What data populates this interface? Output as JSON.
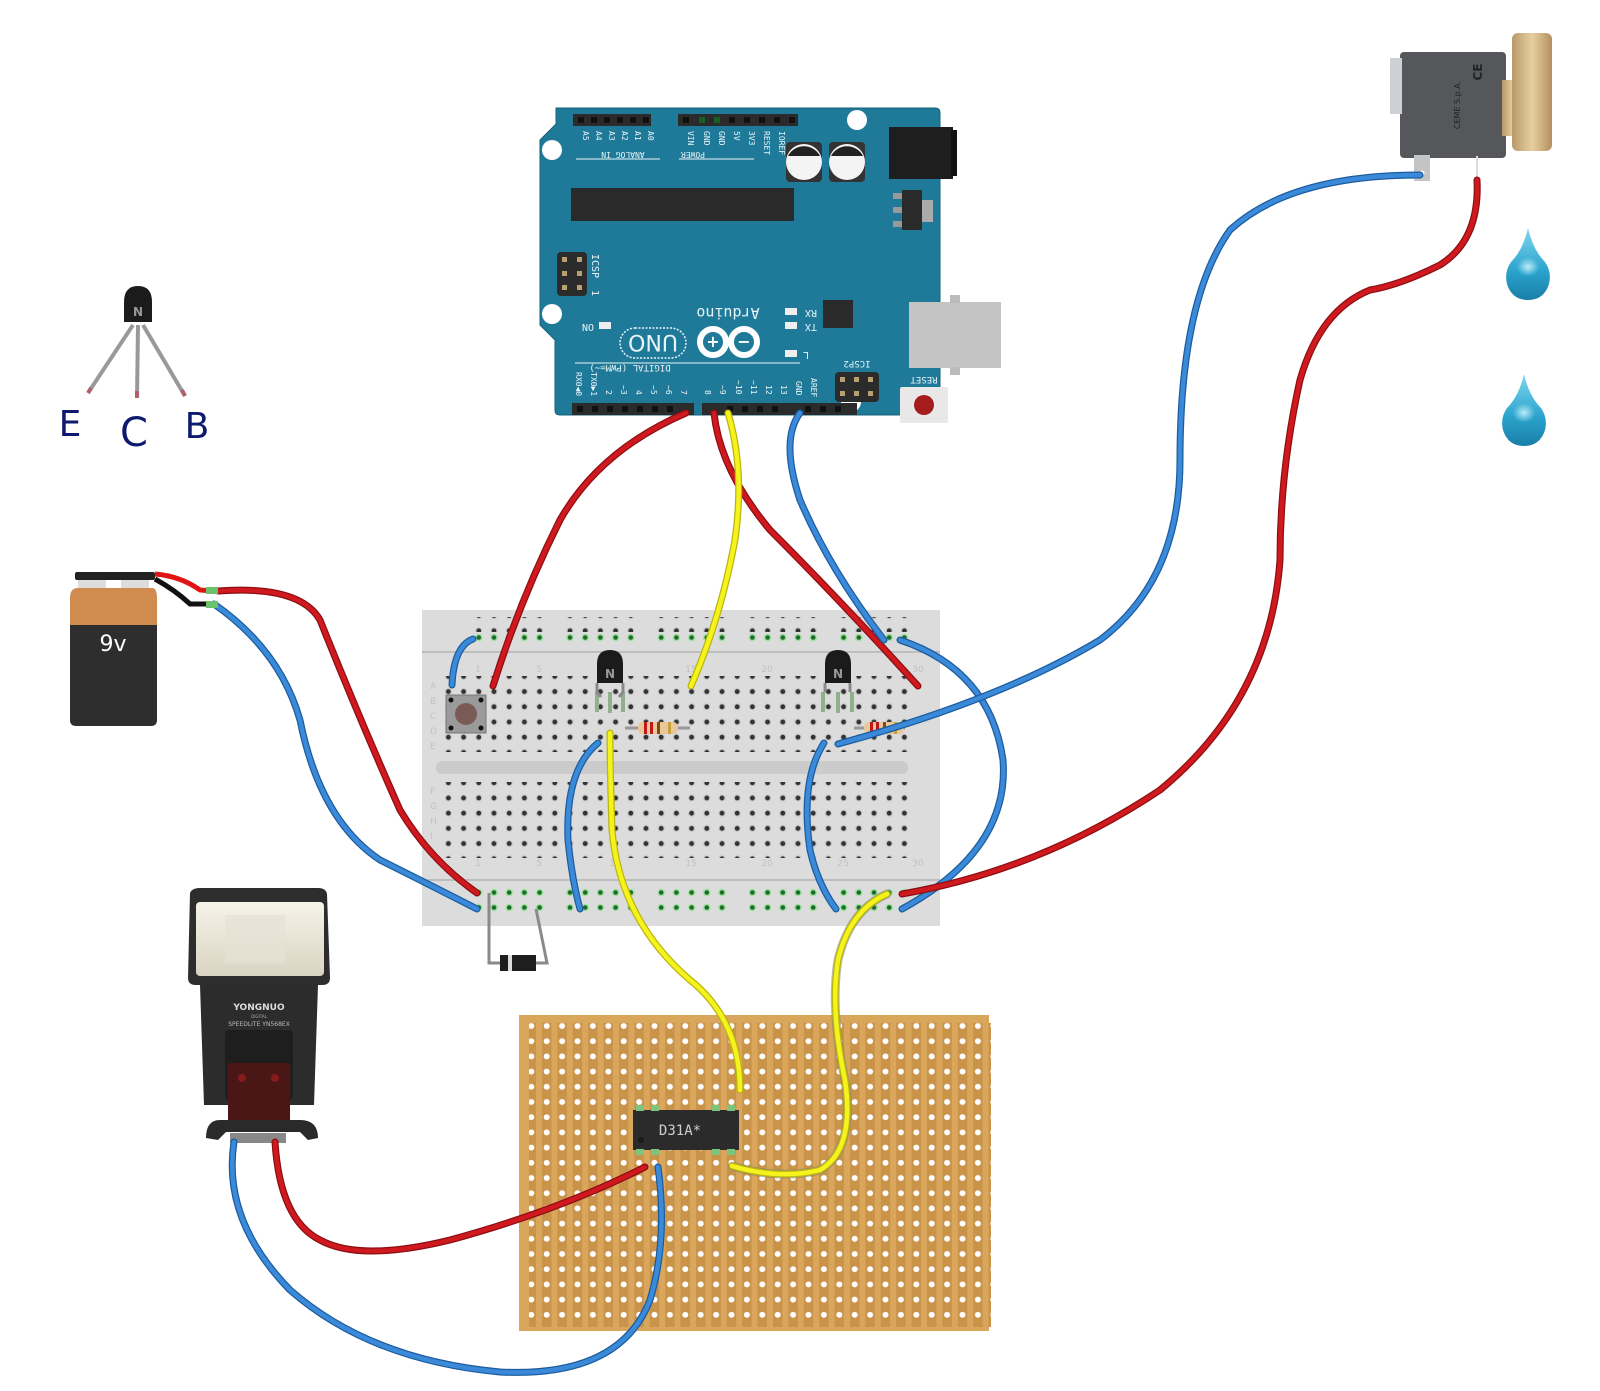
{
  "diagram": {
    "title": "Arduino water drop photography circuit",
    "colors": {
      "arduino_board": "#1f7a99",
      "breadboard": "#dcdcdc",
      "stripboard": "#d9a65c",
      "wire_red": "#c0161b",
      "wire_blue": "#2f7fd1",
      "wire_yellow": "#f2ee1a",
      "pin_green": "#7dd07d",
      "label_navy": "#0e1a6e"
    }
  },
  "arduino": {
    "model": "UNO",
    "brand": "Arduino",
    "trademark": "TM",
    "header_analog_label": "ANALOG IN",
    "header_power_label": "POWER",
    "analog_pins": [
      "A5",
      "A4",
      "A3",
      "A2",
      "A1",
      "A0"
    ],
    "power_pins": [
      "VIN",
      "GND",
      "GND",
      "5V",
      "3V3",
      "RESET",
      "IOREF"
    ],
    "digital_label": "DIGITAL (PWM=~)",
    "digital_pins_left": [
      "RX0◀0",
      "TX0▶1",
      "2",
      "~3",
      "4",
      "~5",
      "~6",
      "7"
    ],
    "digital_pins_right": [
      "8",
      "~9",
      "~10",
      "~11",
      "12",
      "13",
      "GND",
      "AREF"
    ],
    "led_labels": [
      "RX",
      "TX",
      "L",
      "ON"
    ],
    "icsp_label": "ICSP",
    "icsp2_label": "ICSP2",
    "reset_label": "RESET",
    "icsp_pin1": "1"
  },
  "transistor_legend": {
    "marking": "N",
    "pins": [
      "E",
      "C",
      "B"
    ]
  },
  "battery": {
    "label": "9v"
  },
  "breadboard": {
    "rows_top": [
      "A",
      "B",
      "C",
      "D",
      "E"
    ],
    "rows_bottom": [
      "F",
      "G",
      "H",
      "I",
      "J"
    ],
    "column_numbers": [
      "1",
      "5",
      "10",
      "15",
      "20",
      "25",
      "30"
    ],
    "transistor_marking": "N"
  },
  "flash": {
    "brand": "YONGNUO",
    "model": "SPEEDLITE YN568EX",
    "sub": "DIGITAL"
  },
  "stripboard": {
    "ic_label": "D31A*"
  },
  "valve": {
    "brand": "CEME S.p.A."
  },
  "water_drops": {
    "count": "2"
  }
}
